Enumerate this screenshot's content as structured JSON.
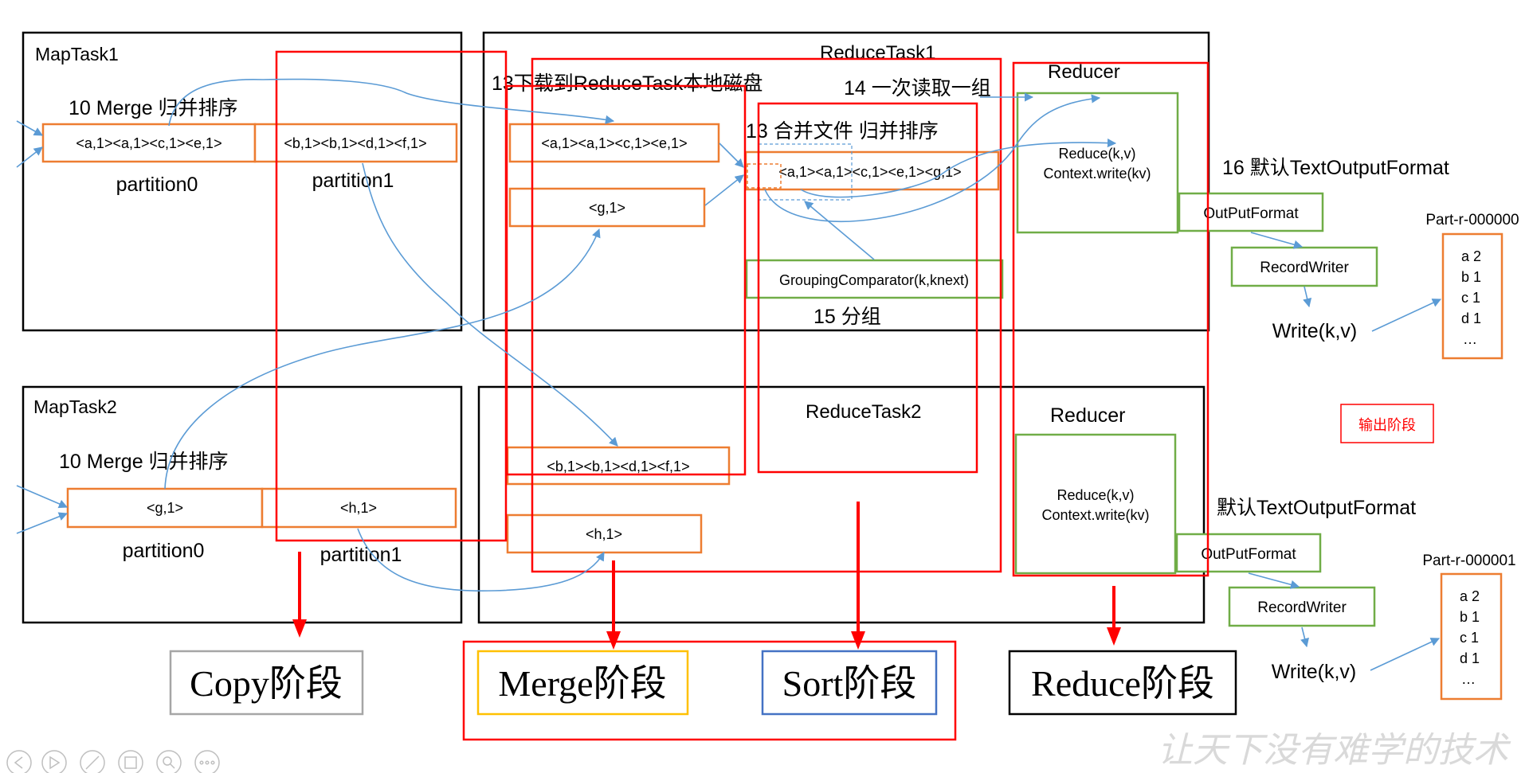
{
  "map_task_1": {
    "title": "MapTask1",
    "merge_label": "10 Merge 归并排序",
    "partition0_content": "<a,1><a,1><c,1><e,1>",
    "partition1_content": "<b,1><b,1><d,1><f,1>",
    "partition0_label": "partition0",
    "partition1_label": "partition1"
  },
  "map_task_2": {
    "title": "MapTask2",
    "merge_label": "10 Merge 归并排序",
    "partition0_content": "<g,1>",
    "partition1_content": "<h,1>",
    "partition0_label": "partition0",
    "partition1_label": "partition1"
  },
  "reduce_task_1": {
    "title": "ReduceTask1",
    "download_label": "13下载到ReduceTask本地磁盘",
    "read_group_label": "14 一次读取一组",
    "merge_files_label": "13 合并文件 归并排序",
    "file1": "<a,1><a,1><c,1><e,1>",
    "file2": "<g,1>",
    "merged_file": "<a,1><a,1><c,1><e,1><g,1>",
    "grouping_comparator": "GroupingComparator(k,knext)",
    "grouping_label": "15 分组"
  },
  "reduce_task_2": {
    "title": "ReduceTask2",
    "file1": "<b,1><b,1><d,1><f,1>",
    "file2": "<h,1>"
  },
  "reducer_1": {
    "title": "Reducer",
    "line1": "Reduce(k,v)",
    "line2": "Context.write(kv)",
    "output_format_label": "16 默认TextOutputFormat",
    "output_format": "OutPutFormat",
    "record_writer": "RecordWriter",
    "write": "Write(k,v)",
    "part_file_name": "Part-r-000000",
    "part_file_lines": [
      "a 2",
      "b 1",
      "c 1",
      "d 1",
      "…"
    ]
  },
  "reducer_2": {
    "title": "Reducer",
    "line1": "Reduce(k,v)",
    "line2": "Context.write(kv)",
    "output_format_label": "默认TextOutputFormat",
    "output_format": "OutPutFormat",
    "record_writer": "RecordWriter",
    "write": "Write(k,v)",
    "part_file_name": "Part-r-000001",
    "part_file_lines": [
      "a 2",
      "b 1",
      "c 1",
      "d 1",
      "…"
    ]
  },
  "output_stage_label": "输出阶段",
  "stages": {
    "copy": "Copy阶段",
    "merge": "Merge阶段",
    "sort": "Sort阶段",
    "reduce": "Reduce阶段"
  },
  "watermark": "让天下没有难学的技术",
  "colors": {
    "orange": "#ED7D31",
    "green": "#70AD47",
    "red": "#FF0000",
    "blue_arrow": "#5B9BD5",
    "gold": "#FFC000",
    "sort_blue": "#4472C4",
    "gray": "#A6A6A6"
  },
  "toolbar_icons": [
    "back-icon",
    "play-icon",
    "pen-icon",
    "save-icon",
    "zoom-icon",
    "more-icon"
  ]
}
